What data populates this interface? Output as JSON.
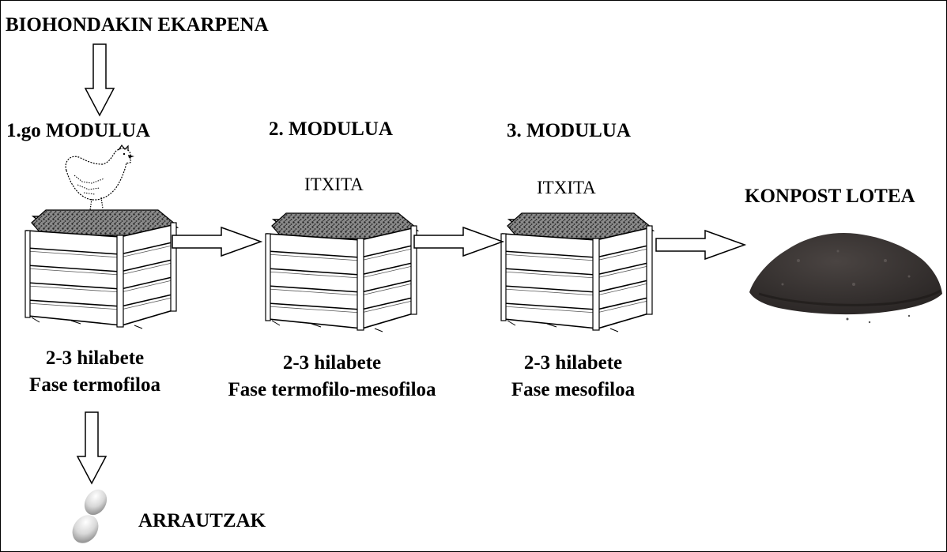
{
  "title": "BIOHONDAKIN EKARPENA",
  "modules": [
    {
      "label": "1.go MODULUA",
      "state": "",
      "duration": "2-3 hilabete",
      "phase": "Fase termofiloa"
    },
    {
      "label": "2. MODULUA",
      "state": "ITXITA",
      "duration": "2-3 hilabete",
      "phase": "Fase termofilo-mesofiloa"
    },
    {
      "label": "3. MODULUA",
      "state": "ITXITA",
      "duration": "2-3 hilabete",
      "phase": "Fase mesofiloa"
    }
  ],
  "output": {
    "label": "KONPOST LOTEA"
  },
  "byproduct": {
    "label": "ARRAUTZAK"
  },
  "icons": [
    "hen-icon",
    "compost-bin-icon",
    "compost-pile-icon",
    "eggs-icon",
    "arrow-down-icon",
    "arrow-right-icon"
  ]
}
